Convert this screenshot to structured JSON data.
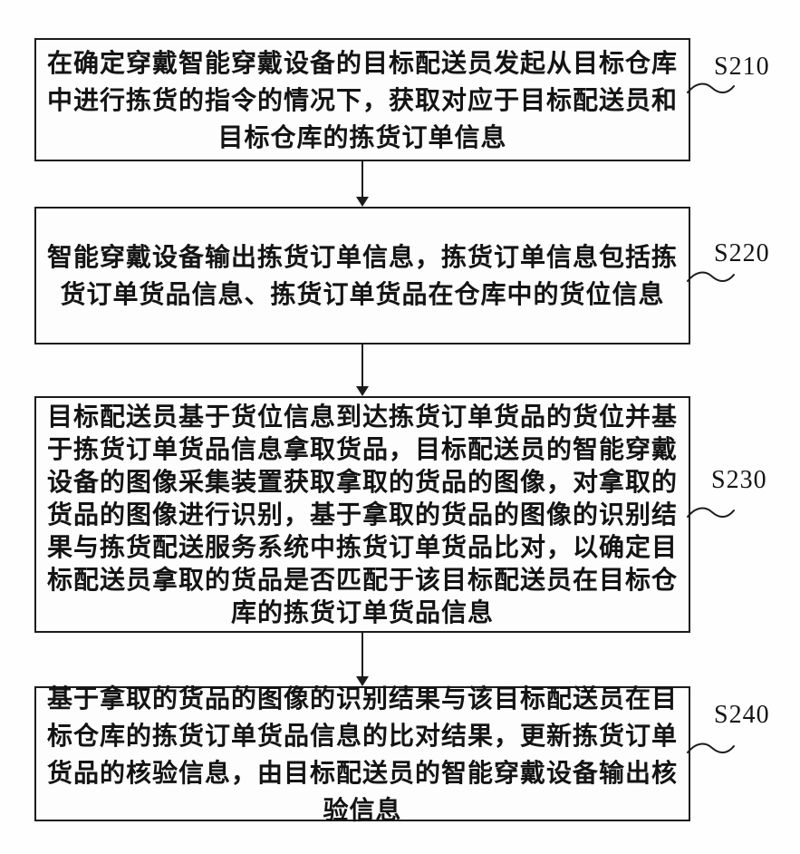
{
  "figure": {
    "type": "flowchart",
    "steps": [
      {
        "id": "S210",
        "text": "在确定穿戴智能穿戴设备的目标配送员发起从目标仓库中进行拣货的指令的情况下，获取对应于目标配送员和目标仓库的拣货订单信息"
      },
      {
        "id": "S220",
        "text": "智能穿戴设备输出拣货订单信息，拣货订单信息包括拣货订单货品信息、拣货订单货品在仓库中的货位信息"
      },
      {
        "id": "S230",
        "text": "目标配送员基于货位信息到达拣货订单货品的货位并基于拣货订单货品信息拿取货品，目标配送员的智能穿戴设备的图像采集装置获取拿取的货品的图像，对拿取的货品的图像进行识别，基于拿取的货品的图像的识别结果与拣货配送服务系统中拣货订单货品比对，以确定目标配送员拿取的货品是否匹配于该目标配送员在目标仓库的拣货订单货品信息"
      },
      {
        "id": "S240",
        "text": "基于拿取的货品的图像的识别结果与该目标配送员在目标仓库的拣货订单货品信息的比对结果，更新拣货订单货品的核验信息，由目标配送员的智能穿戴设备输出核验信息"
      }
    ],
    "colors": {
      "line": "#1c1c1c",
      "background": "#ffffff",
      "text": "#141414"
    }
  }
}
